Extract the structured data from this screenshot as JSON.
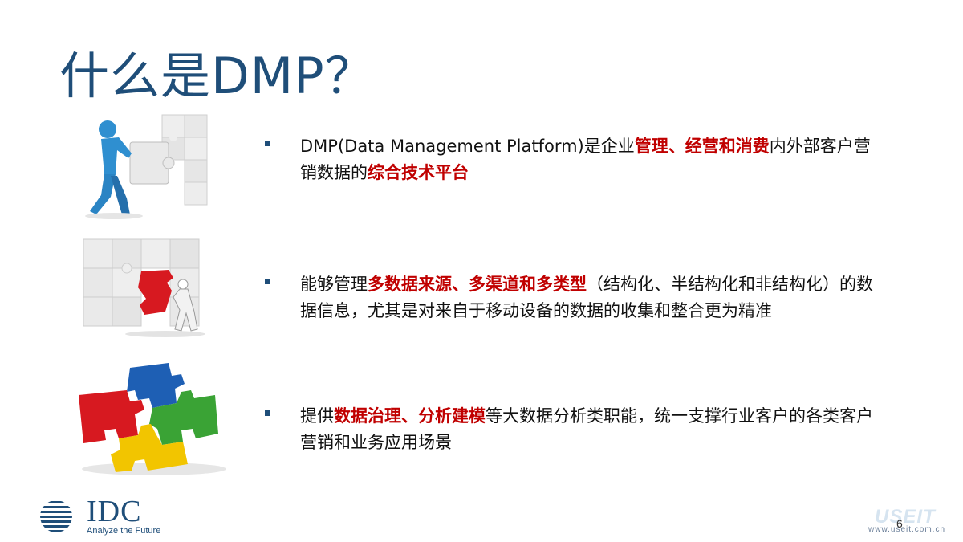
{
  "slide": {
    "title": "什么是DMP？",
    "page_number": "6"
  },
  "bullets": [
    {
      "parts": [
        {
          "text": "DMP(Data Management Platform)是企业",
          "hl": false
        },
        {
          "text": "管理、经营和消费",
          "hl": true
        },
        {
          "text": "内外部客户营销数据的",
          "hl": false
        },
        {
          "text": "综合技术平台",
          "hl": true
        }
      ]
    },
    {
      "parts": [
        {
          "text": "能够管理",
          "hl": false
        },
        {
          "text": "多数据来源、多渠道和多类型",
          "hl": true
        },
        {
          "text": "（结构化、半结构化和非结构化）的数据信息，尤其是对来自于移动设备的数据的收集和整合更为精准",
          "hl": false
        }
      ]
    },
    {
      "parts": [
        {
          "text": "提供",
          "hl": false
        },
        {
          "text": "数据治理、分析建模",
          "hl": true
        },
        {
          "text": "等大数据分析类职能，统一支撑行业客户的各类客户营销和业务应用场景",
          "hl": false
        }
      ]
    }
  ],
  "logo": {
    "name": "IDC",
    "tagline": "Analyze the Future"
  },
  "watermark": {
    "word": "USEIT",
    "url": "www.useit.com.cn"
  },
  "colors": {
    "title": "#1f4e79",
    "highlight": "#c00000",
    "puzzle_red": "#d71920",
    "puzzle_blue": "#1e5fb4",
    "puzzle_green": "#3aa335",
    "puzzle_yellow": "#f2c500",
    "figure_blue": "#2f8fd0"
  }
}
